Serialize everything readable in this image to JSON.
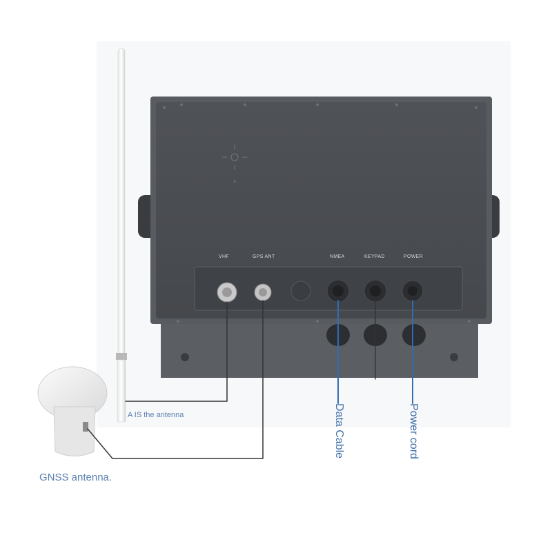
{
  "ports": {
    "vhf": "VHF",
    "gps_ant": "GPS ANT",
    "nmea": "NMEA",
    "keypad": "KEYPAD",
    "power": "POWER"
  },
  "callouts": {
    "ais_antenna": "A IS the antenna",
    "gnss_antenna": "GNSS antenna.",
    "data_cable": "Data Cable",
    "power_cord": "Power cord"
  },
  "colors": {
    "device_body": "#4a4d52",
    "bracket": "#5b5e62",
    "cable_blue": "#2f6db5",
    "callout_text": "#5a7fb0"
  }
}
